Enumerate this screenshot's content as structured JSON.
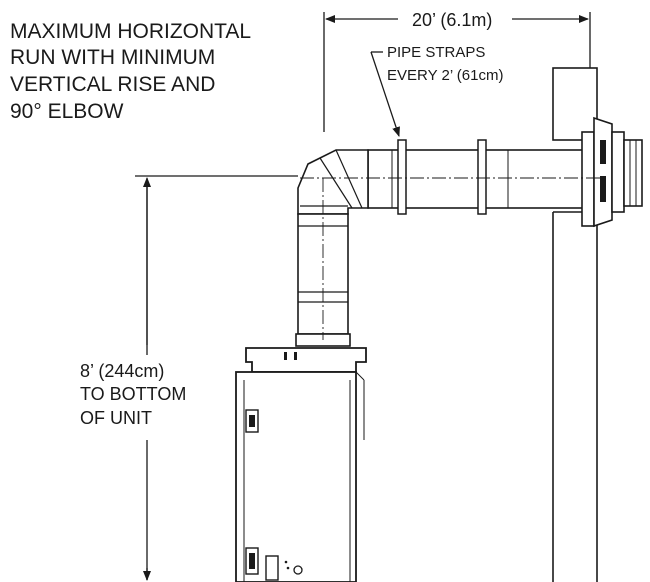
{
  "title_lines": [
    "MAXIMUM HORIZONTAL",
    "RUN WITH MINIMUM",
    "VERTICAL RISE AND",
    "90° ELBOW"
  ],
  "horizontal_dimension": "20’ (6.1m)",
  "strap_note_lines": [
    "PIPE STRAPS",
    "EVERY 2’ (61cm)"
  ],
  "vertical_dimension_lines": [
    "8’ (244cm)",
    "TO BOTTOM",
    "OF UNIT"
  ],
  "colors": {
    "line": "#1a1a1a",
    "fill": "#ffffff"
  }
}
